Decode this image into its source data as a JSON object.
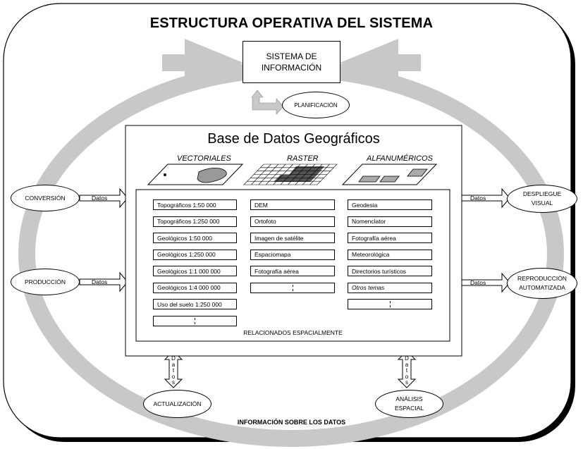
{
  "title": "ESTRUCTURA OPERATIVA DEL SISTEMA",
  "sistema": "SISTEMA DE INFORMACIÓN",
  "planificacion": "PLANIFICACIÓN",
  "base_title": "Base de Datos Geográficos",
  "tipos": [
    "VECTORIALES",
    "RASTER",
    "ALFANUMÉRICOS"
  ],
  "datos_label": "Datos",
  "left_nodes": [
    "CONVERSIÓN",
    "PRODUCCIÓN"
  ],
  "right_nodes": [
    "DESPLIEGUE VISUAL",
    "REPRODUCCIÓN AUTOMATIZADA"
  ],
  "bottom_nodes": [
    "ACTUALIZACIÓN",
    "ANÁLISIS ESPACIAL"
  ],
  "vertical_datos": [
    "D",
    "a",
    "t",
    "o",
    "s"
  ],
  "col1": [
    "Topográficos 1:50 000",
    "Topográficos 1:250 000",
    "Geológicos 1:50 000",
    "Geológicos 1:250 000",
    "Geológicos 1:1 000 000",
    "Geológicos 1:4 000 000",
    "Uso del suelo 1:250 000"
  ],
  "col2": [
    "DEM",
    "Ortofoto",
    "Imagen de satélite",
    "Espaciomapa",
    "Fotografía aérea"
  ],
  "col3": [
    "Geodesia",
    "Nomenclator",
    "Fotografía aérea",
    "Meteorológica",
    "Directorios turísticos",
    "Otros temas"
  ],
  "relacionados": "RELACIONADOS ESPACIALMENTE",
  "footer": "INFORMACIÓN SOBRE LOS DATOS",
  "colors": {
    "ring": "#c8c8c8",
    "border": "#000000",
    "raster_dark": "#555555"
  }
}
